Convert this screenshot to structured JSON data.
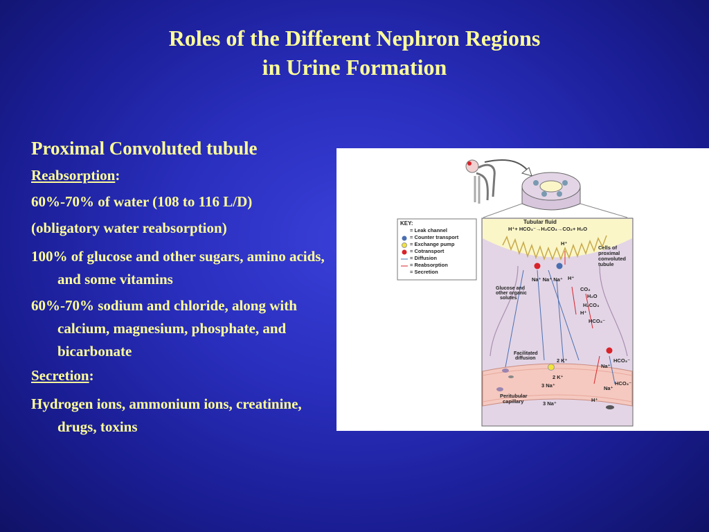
{
  "slide": {
    "title_line1": "Roles of the Different Nephron Regions",
    "title_line2": "in Urine Formation"
  },
  "content": {
    "heading": "Proximal Convoluted tubule",
    "reabsorption_label": "Reabsorption",
    "reabsorption_colon": ":",
    "items": [
      "60%-70% of water (108 to 116 L/D)",
      "(obligatory water reabsorption)",
      "100% of glucose and other sugars, amino acids, and some vitamins",
      "60%-70% sodium and chloride, along with calcium, magnesium, phosphate, and bicarbonate"
    ],
    "secretion_label": "Secretion",
    "secretion_colon": ":",
    "secretion_items": [
      "Hydrogen ions, ammonium ions, creatinine, drugs, toxins"
    ]
  },
  "diagram": {
    "key_title": "KEY:",
    "key_items": [
      {
        "symbol": "= ",
        "label": "Leak channel"
      },
      {
        "symbol": "= ",
        "label": "Counter transport"
      },
      {
        "symbol": "= ",
        "label": "Exchange pump"
      },
      {
        "symbol": "= ",
        "label": "Cotransport"
      },
      {
        "symbol": "= ",
        "label": "Diffusion"
      },
      {
        "symbol": "= ",
        "label": "Reabsorption"
      },
      {
        "symbol": "= ",
        "label": "Secretion"
      }
    ],
    "labels": {
      "tubular_fluid": "Tubular fluid",
      "equation": "H⁺+ HCO₃⁻→H₂CO₃→CO₂+ H₂O",
      "h_plus": "H⁺",
      "cells": "Cells of proximal convoluted tubule",
      "na_row": "Na⁺ Na⁺ Na⁺",
      "h_plus_2": "H⁺",
      "glucose": "Glucose and other organic solutes",
      "co2": "CO₂",
      "h2o": "H₂O",
      "h2co3": "H₂CO₃",
      "h_plus_3": "H⁺",
      "hco3": "HCO₃⁻",
      "facilitated": "Facilitated diffusion",
      "k2_top": "2 K⁺",
      "k2": "2 K⁺",
      "na3": "3 Na⁺",
      "na_right": "Na⁺",
      "hco3_right": "HCO₃⁻",
      "na_low": "Na⁺",
      "hco3_low": "HCO₃⁻",
      "peritubular": "Peritubular capillary",
      "na3_bottom": "3 Na⁺",
      "h_plus_bottom": "H⁺"
    },
    "colors": {
      "cell": "#e3d5e6",
      "lumen": "#fbf6c8",
      "capillary": "#f5c9c0",
      "red": "#d8232a",
      "blue": "#4a6fb0",
      "yellow": "#f2e33a"
    }
  }
}
